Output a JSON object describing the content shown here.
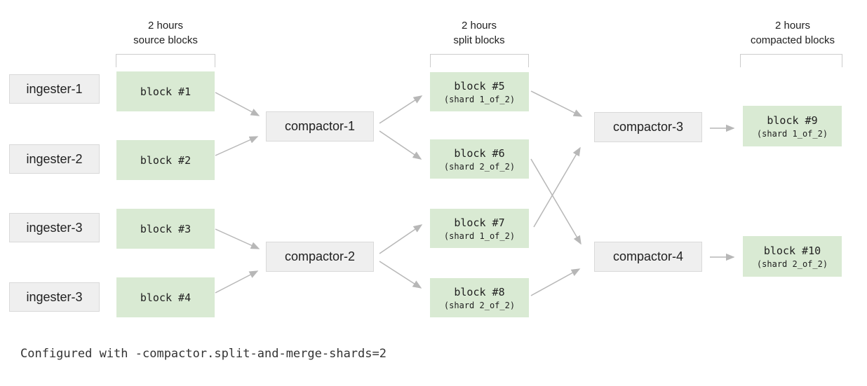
{
  "headers": {
    "source": {
      "line1": "2 hours",
      "line2": "source blocks"
    },
    "split": {
      "line1": "2 hours",
      "line2": "split blocks"
    },
    "compacted": {
      "line1": "2 hours",
      "line2": "compacted blocks"
    }
  },
  "ingesters": [
    {
      "label": "ingester-1"
    },
    {
      "label": "ingester-2"
    },
    {
      "label": "ingester-3"
    },
    {
      "label": "ingester-3"
    }
  ],
  "source_blocks": [
    {
      "label": "block #1"
    },
    {
      "label": "block #2"
    },
    {
      "label": "block #3"
    },
    {
      "label": "block #4"
    }
  ],
  "stage1_compactors": [
    {
      "label": "compactor-1"
    },
    {
      "label": "compactor-2"
    }
  ],
  "split_blocks": [
    {
      "label": "block #5",
      "shard": "(shard 1_of_2)"
    },
    {
      "label": "block #6",
      "shard": "(shard 2_of_2)"
    },
    {
      "label": "block #7",
      "shard": "(shard 1_of_2)"
    },
    {
      "label": "block #8",
      "shard": "(shard 2_of_2)"
    }
  ],
  "stage2_compactors": [
    {
      "label": "compactor-3"
    },
    {
      "label": "compactor-4"
    }
  ],
  "compacted_blocks": [
    {
      "label": "block #9",
      "shard": "(shard 1_of_2)"
    },
    {
      "label": "block #10",
      "shard": "(shard 2_of_2)"
    }
  ],
  "caption": "Configured with -compactor.split-and-merge-shards=2",
  "edges": [
    {
      "from": "block #1",
      "to": "compactor-1"
    },
    {
      "from": "block #2",
      "to": "compactor-1"
    },
    {
      "from": "block #3",
      "to": "compactor-2"
    },
    {
      "from": "block #4",
      "to": "compactor-2"
    },
    {
      "from": "compactor-1",
      "to": "block #5"
    },
    {
      "from": "compactor-1",
      "to": "block #6"
    },
    {
      "from": "compactor-2",
      "to": "block #7"
    },
    {
      "from": "compactor-2",
      "to": "block #8"
    },
    {
      "from": "block #5",
      "to": "compactor-3"
    },
    {
      "from": "block #7",
      "to": "compactor-3"
    },
    {
      "from": "block #6",
      "to": "compactor-4"
    },
    {
      "from": "block #8",
      "to": "compactor-4"
    },
    {
      "from": "compactor-3",
      "to": "block #9"
    },
    {
      "from": "compactor-4",
      "to": "block #10"
    }
  ],
  "colors": {
    "block_fill": "#d9ead3",
    "node_fill": "#efefef",
    "node_border": "#d9d9d9",
    "arrow": "#b7b7b7",
    "bracket": "#cccccc",
    "text": "#212121"
  }
}
